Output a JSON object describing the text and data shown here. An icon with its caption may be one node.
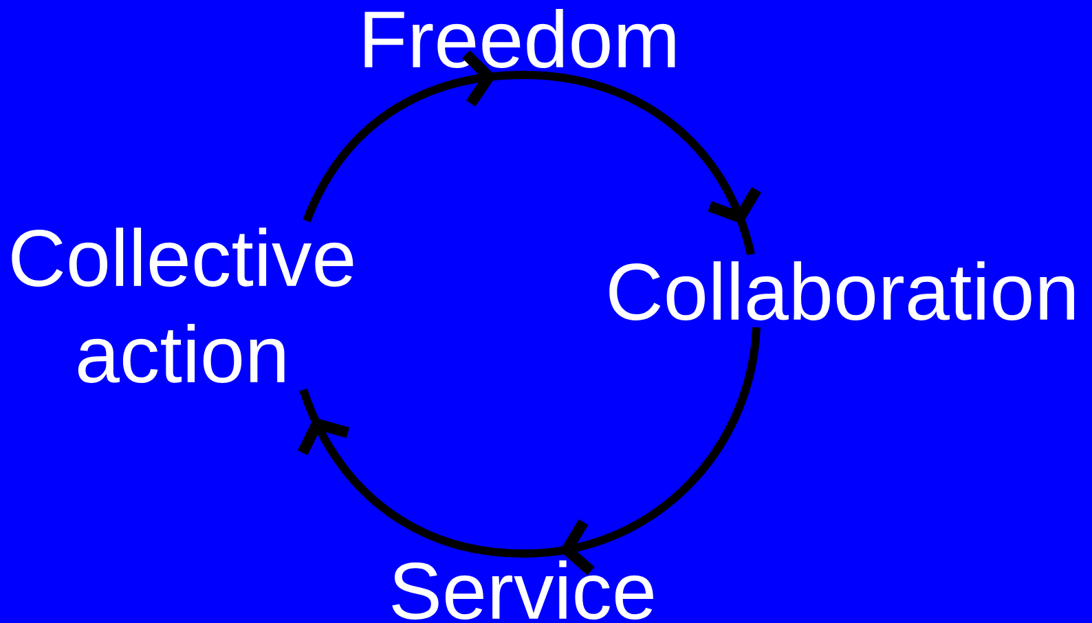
{
  "diagram": {
    "nodes": [
      {
        "text": [
          "Freedom"
        ]
      },
      {
        "text": [
          "Collaboration"
        ]
      },
      {
        "text": [
          "Service"
        ]
      },
      {
        "text": [
          "Collective action"
        ]
      }
    ],
    "edges": [
      {
        "from": 3,
        "to": 0,
        "arrow": "to"
      },
      {
        "from": 0,
        "to": 1,
        "arrow": "to"
      },
      {
        "from": 1,
        "to": 2,
        "arrow": "to"
      },
      {
        "from": 2,
        "to": 3,
        "arrow": "to"
      }
    ]
  }
}
